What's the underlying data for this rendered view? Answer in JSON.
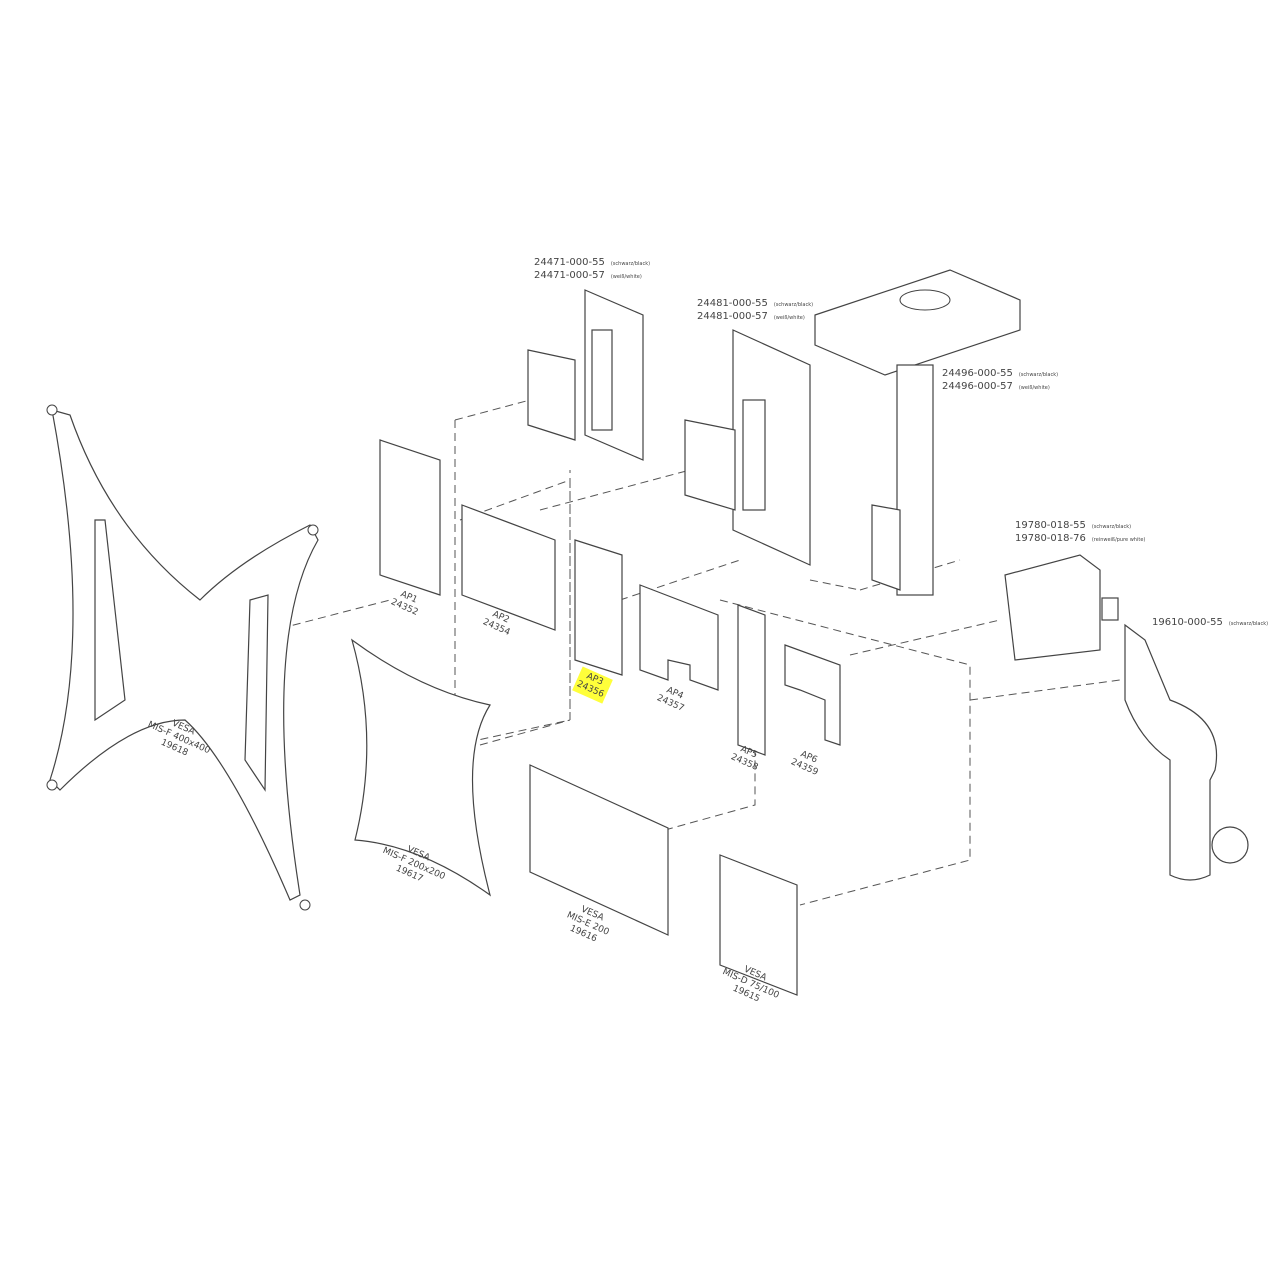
{
  "part_numbers": [
    {
      "code": "24471-000-55",
      "note": "(schwarz/black)"
    },
    {
      "code": "24471-000-57",
      "note": "(weiß/white)"
    },
    {
      "code": "24481-000-55",
      "note": "(schwarz/black)"
    },
    {
      "code": "24481-000-57",
      "note": "(weiß/white)"
    },
    {
      "code": "24496-000-55",
      "note": "(schwarz/black)"
    },
    {
      "code": "24496-000-57",
      "note": "(weiß/white)"
    },
    {
      "code": "19780-018-55",
      "note": "(schwarz/black)"
    },
    {
      "code": "19780-018-76",
      "note": "(reinweiß/pure white)"
    },
    {
      "code": "19610-000-55",
      "note": "(schwarz/black)"
    }
  ],
  "plates": [
    {
      "name": "AP1",
      "num": "24352"
    },
    {
      "name": "AP2",
      "num": "24354"
    },
    {
      "name": "AP3",
      "num": "24356",
      "highlighted": true
    },
    {
      "name": "AP4",
      "num": "24357"
    },
    {
      "name": "AP5",
      "num": "24358"
    },
    {
      "name": "AP6",
      "num": "24359"
    }
  ],
  "vesa": [
    {
      "t": "VESA",
      "m": "MIS-F 400x400",
      "n": "19618"
    },
    {
      "t": "VESA",
      "m": "MIS-F 200x200",
      "n": "19617"
    },
    {
      "t": "VESA",
      "m": "MIS-E 200",
      "n": "19616"
    },
    {
      "t": "VESA",
      "m": "MIS-D 75/100",
      "n": "19615"
    }
  ],
  "colors": {
    "highlight": "#ffff3a",
    "line": "#444444"
  }
}
